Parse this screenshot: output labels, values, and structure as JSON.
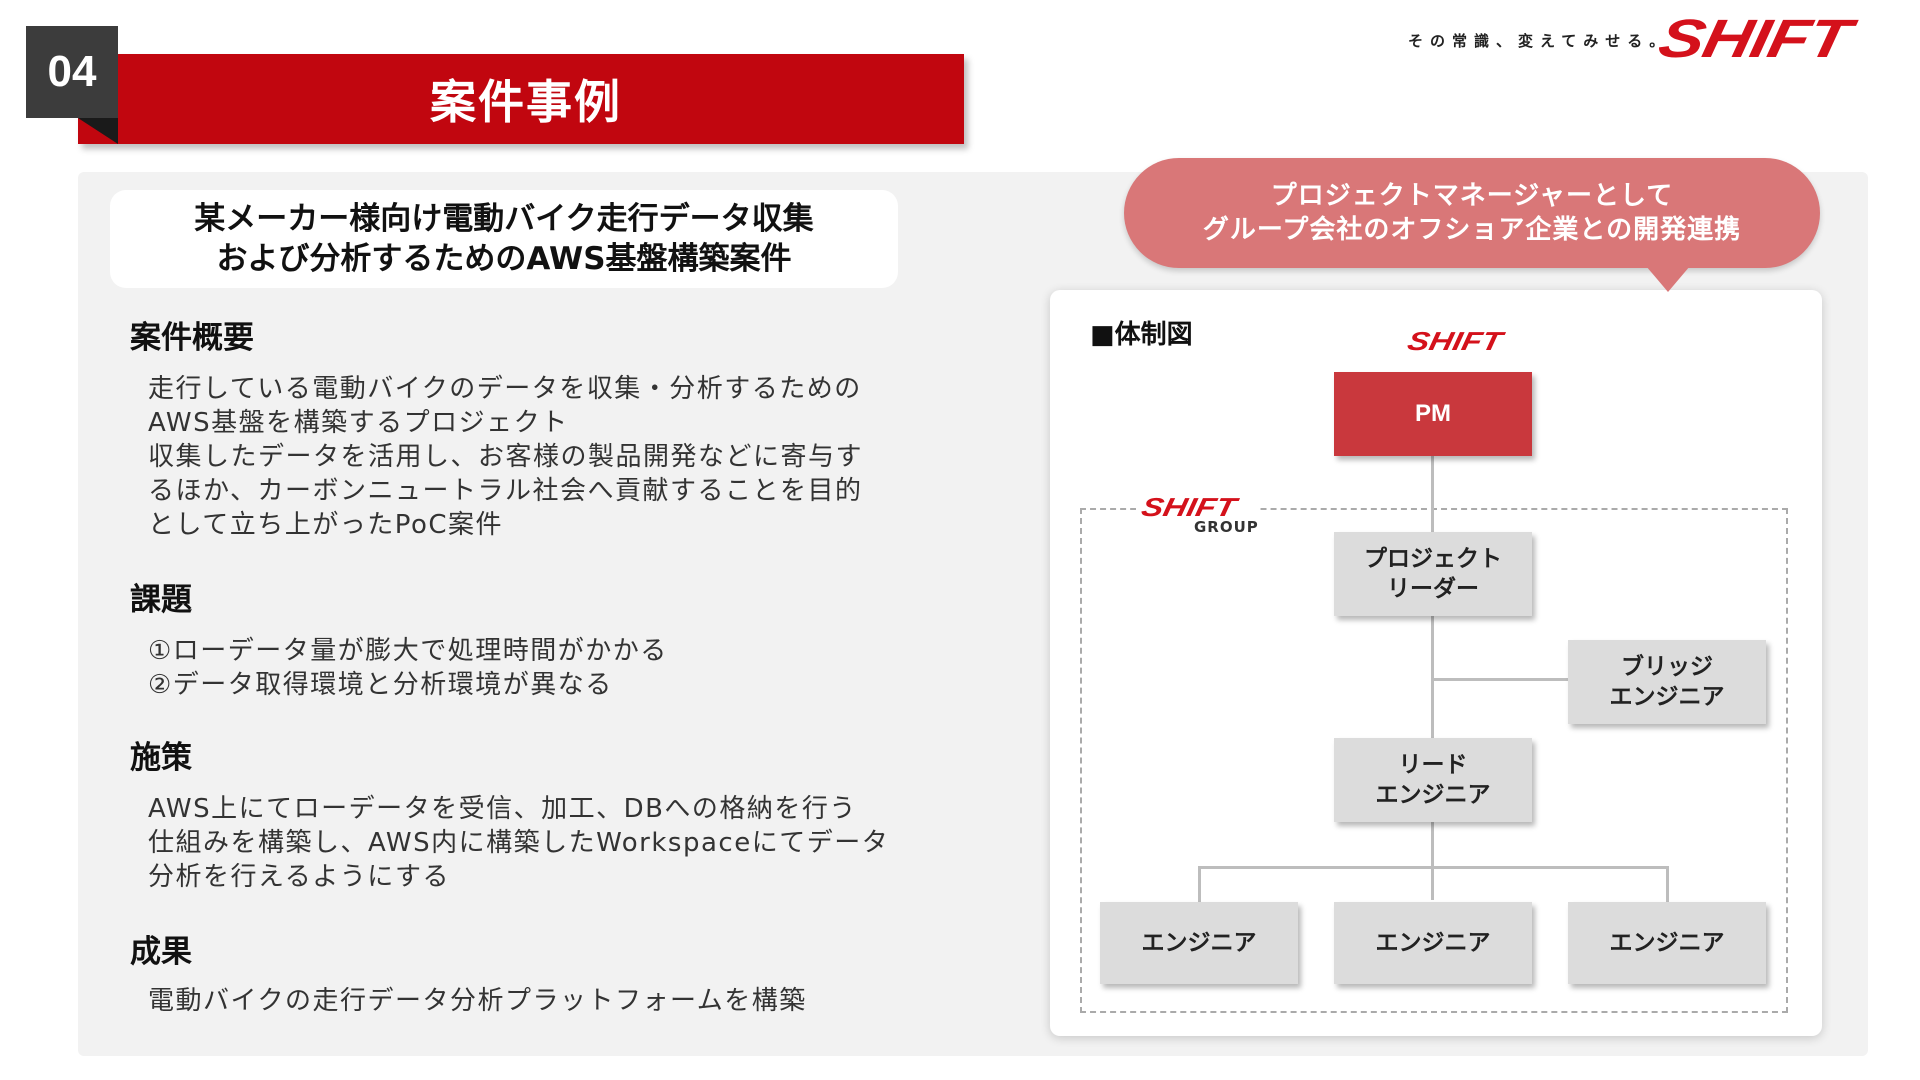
{
  "header": {
    "slide_number": "04",
    "title": "案件事例",
    "tagline": "その常識、変えてみせる。",
    "brand": "SHIFT"
  },
  "case_title": {
    "line1": "某メーカー様向け電動バイク走行データ収集",
    "line2": "および分析するためのAWS基盤構築案件"
  },
  "sections": {
    "overview": {
      "heading": "案件概要",
      "lines": [
        "走行している電動バイクのデータを収集・分析するための",
        "AWS基盤を構築するプロジェクト",
        "収集したデータを活用し、お客様の製品開発などに寄与す",
        "るほか、カーボンニュートラル社会へ貢献することを目的",
        "として立ち上がったPoC案件"
      ]
    },
    "issues": {
      "heading": "課題",
      "lines": [
        "①ローデータ量が膨大で処理時間がかかる",
        "②データ取得環境と分析環境が異なる"
      ]
    },
    "measures": {
      "heading": "施策",
      "lines": [
        "AWS上にてローデータを受信、加工、DBへの格納を行う",
        "仕組みを構築し、AWS内に構築したWorkspaceにてデータ",
        "分析を行えるようにする"
      ]
    },
    "results": {
      "heading": "成果",
      "lines": [
        "電動バイクの走行データ分析プラットフォームを構築"
      ]
    }
  },
  "callout": {
    "line1": "プロジェクトマネージャーとして",
    "line2": "グループ会社のオフショア企業との開発連携"
  },
  "org_chart": {
    "heading": "■体制図",
    "top_logo": "SHIFT",
    "group_logo": "SHIFT",
    "group_label": "GROUP",
    "nodes": {
      "pm": "PM",
      "project_leader": [
        "プロジェクト",
        "リーダー"
      ],
      "bridge_engineer": [
        "ブリッジ",
        "エンジニア"
      ],
      "lead_engineer": [
        "リード",
        "エンジニア"
      ],
      "engineer_1": "エンジニア",
      "engineer_2": "エンジニア",
      "engineer_3": "エンジニア"
    }
  },
  "colors": {
    "brand_red": "#c1060f",
    "pm_red": "#c9383d",
    "callout_pink": "#d97778",
    "panel_gray": "#f2f2f2",
    "node_gray": "#dcdcdc"
  }
}
